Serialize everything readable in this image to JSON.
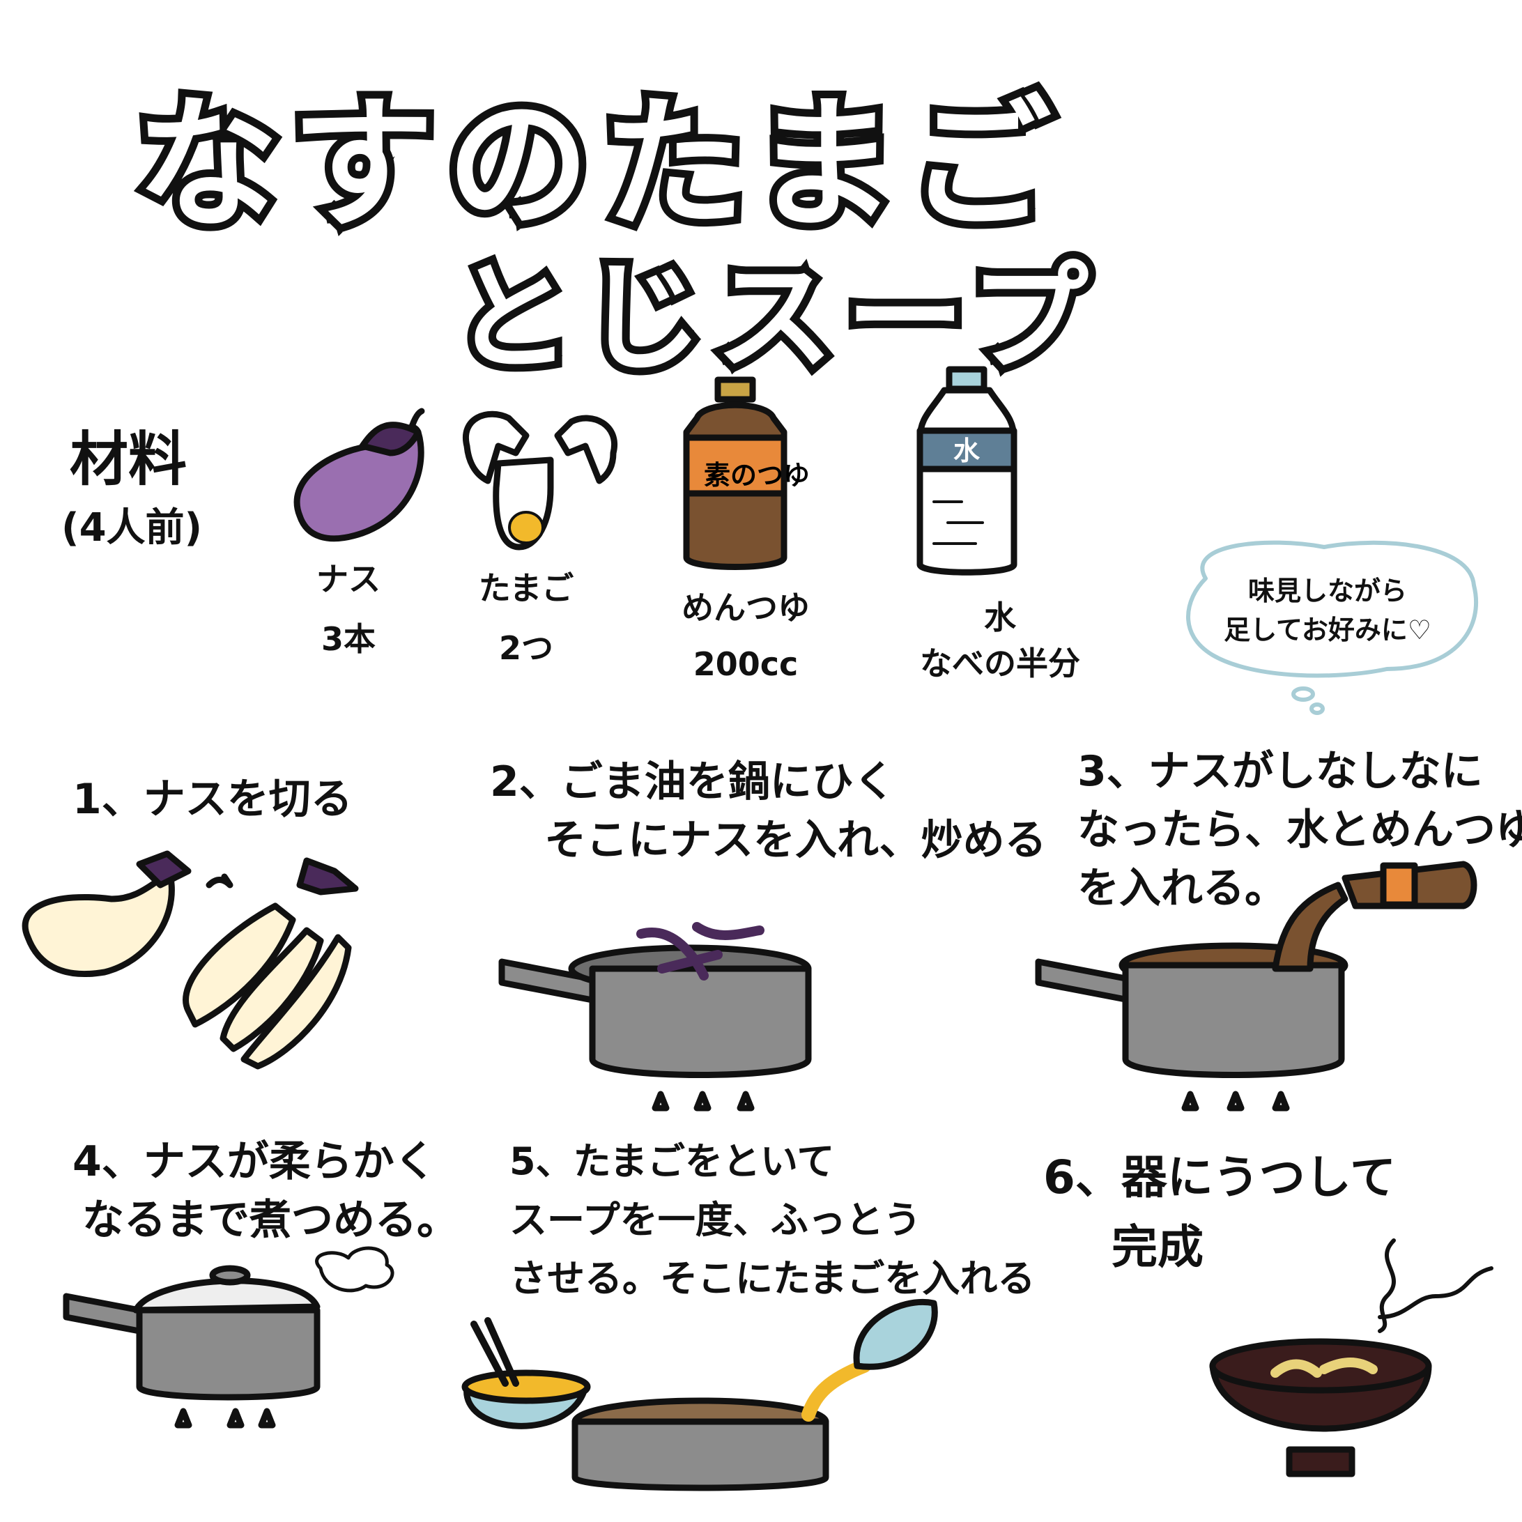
{
  "title": {
    "line1": "なすのたまご",
    "line2": "とじスープ"
  },
  "ingredients": {
    "heading": "材料",
    "servings": "(4人前)",
    "items": [
      {
        "name": "ナス",
        "amount": "3本",
        "icon": "eggplant-icon"
      },
      {
        "name": "たまご",
        "amount": "2つ",
        "icon": "cracked-egg-icon"
      },
      {
        "name": "めんつゆ",
        "amount": "200cc",
        "icon": "mentsuyu-bottle-icon",
        "bottle_label": "素のつゆ"
      },
      {
        "name": "水",
        "amount": "なべの半分",
        "icon": "water-bottle-icon",
        "bottle_label": "水"
      }
    ]
  },
  "tip_bubble": {
    "line1": "味見しながら",
    "line2": "足してお好みに♡",
    "border_color": "#a8cdd6"
  },
  "steps": [
    {
      "lines": [
        "1、ナスを切る"
      ]
    },
    {
      "lines": [
        "2、ごま油を鍋にひく",
        "そこにナスを入れ、炒める"
      ]
    },
    {
      "lines": [
        "3、ナスがしなしなに",
        "なったら、水とめんつゆ",
        "を入れる。"
      ]
    },
    {
      "lines": [
        "4、ナスが柔らかく",
        "なるまで煮つめる。"
      ]
    },
    {
      "lines": [
        "5、たまごをといて",
        "スープを一度、ふっとう",
        "させる。そこにたまごを入れる"
      ]
    },
    {
      "lines": [
        "6、器にうつして",
        "完成"
      ]
    }
  ],
  "colors": {
    "eggplant": "#9a6fb0",
    "pot": "#8c8c8c",
    "soy": "#7a5230",
    "label_orange": "#e8893a",
    "water_label": "#5f7f96",
    "bowl": "#3a1c1c",
    "egg_yolk": "#f2b92b",
    "egg_bowl": "#a9d3dc"
  }
}
